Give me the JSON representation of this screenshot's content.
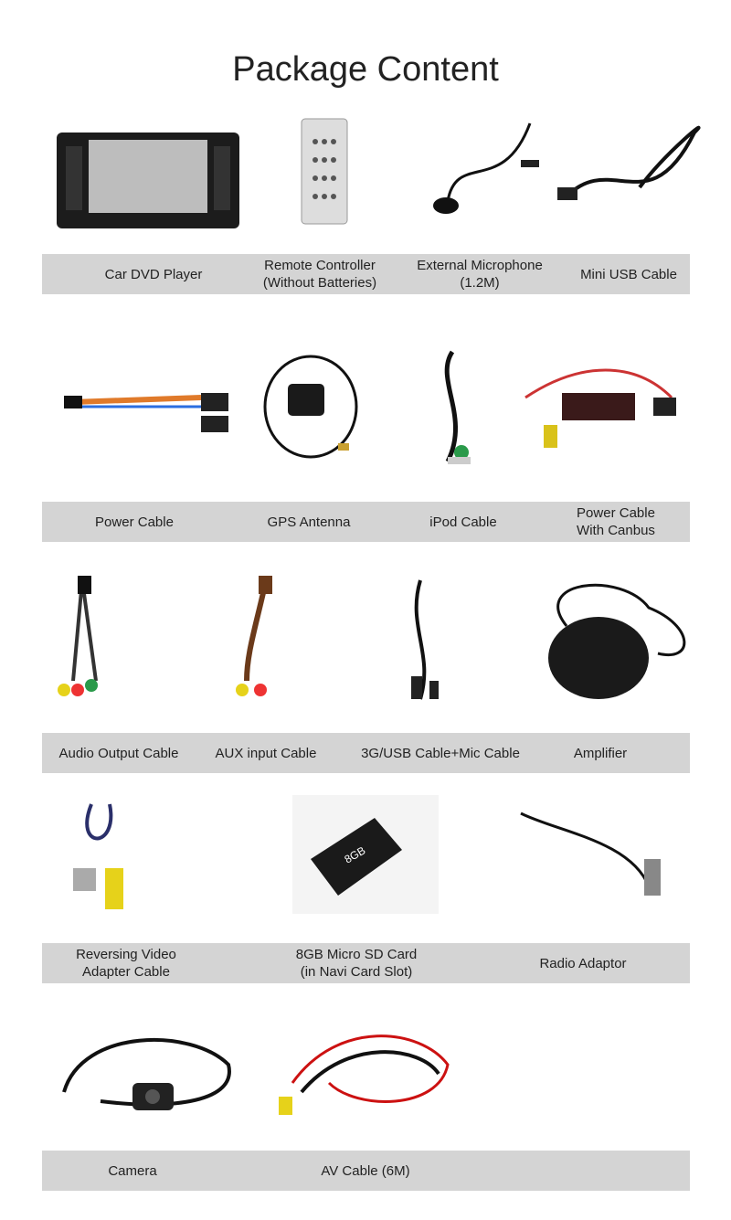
{
  "title": "Package Content",
  "rows": [
    {
      "items": [
        {
          "label": "Car DVD Player",
          "icon": "car-dvd-player-icon"
        },
        {
          "label": "Remote Controller\n(Without Batteries)",
          "icon": "remote-controller-icon"
        },
        {
          "label": "External Microphone\n(1.2M)",
          "icon": "microphone-icon"
        },
        {
          "label": "Mini USB Cable",
          "icon": "usb-cable-icon"
        }
      ]
    },
    {
      "items": [
        {
          "label": "Power Cable",
          "icon": "power-cable-icon"
        },
        {
          "label": "GPS Antenna",
          "icon": "gps-antenna-icon"
        },
        {
          "label": "iPod Cable",
          "icon": "ipod-cable-icon"
        },
        {
          "label": "Power Cable\nWith Canbus",
          "icon": "canbus-cable-icon"
        }
      ]
    },
    {
      "items": [
        {
          "label": "Audio Output Cable",
          "icon": "audio-cable-icon"
        },
        {
          "label": "AUX input Cable",
          "icon": "aux-cable-icon"
        },
        {
          "label": "3G/USB Cable+Mic Cable",
          "icon": "usb-mic-cable-icon"
        },
        {
          "label": "Amplifier",
          "icon": "amplifier-icon"
        }
      ]
    },
    {
      "items": [
        {
          "label": "Reversing Video\nAdapter Cable",
          "icon": "video-adapter-icon"
        },
        {
          "label": "8GB Micro SD Card\n(in Navi Card Slot)",
          "icon": "sd-card-icon"
        },
        {
          "label": "Radio Adaptor",
          "icon": "radio-adaptor-icon"
        }
      ]
    },
    {
      "items": [
        {
          "label": "Camera",
          "icon": "camera-icon"
        },
        {
          "label": "AV Cable (6M)",
          "icon": "av-cable-icon"
        }
      ]
    }
  ],
  "sd_card_text": "8GB"
}
